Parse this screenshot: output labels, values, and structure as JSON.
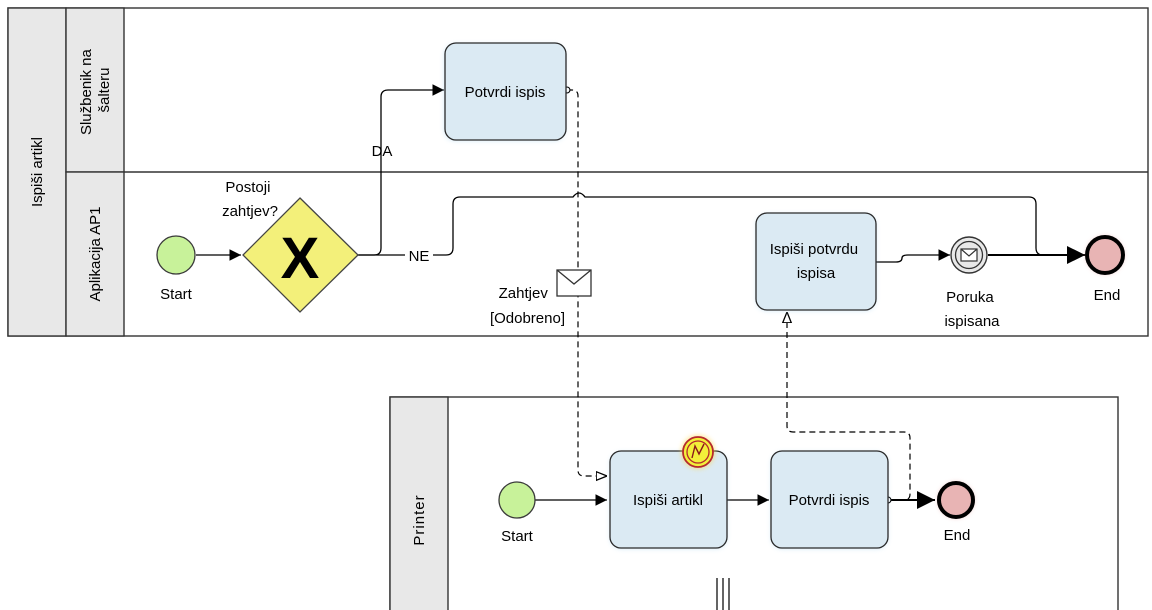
{
  "pools": {
    "main": {
      "title": "Ispiši artikl",
      "lanes": {
        "clerk": "Službenik na šalteru",
        "clerk_lines": [
          "Službenik na",
          "šalteru"
        ],
        "app": "Aplikacija AP1"
      }
    },
    "printer": {
      "title": "Printer"
    }
  },
  "events": {
    "start_main": "Start",
    "end_main": "End",
    "message_event": "Poruka ispisana",
    "message_event_lines": [
      "Poruka",
      "ispisana"
    ],
    "start_printer": "Start",
    "end_printer": "End"
  },
  "gateway": {
    "label": "Postoji zahtjev?",
    "label_lines": [
      "Postoji",
      "zahtjev?"
    ],
    "marker": "X",
    "yes_label": "DA",
    "no_label": "NE"
  },
  "tasks": {
    "confirm_print_clerk": "Potvrdi ispis",
    "print_confirmation": "Ispiši potvrdu ispisa",
    "print_confirmation_lines": [
      "Ispiši potvrdu",
      "ispisa"
    ],
    "print_article": "Ispiši artikl",
    "confirm_print_printer": "Potvrdi ispis"
  },
  "message": {
    "label": "Zahtjev [Odobreno]",
    "label_lines": [
      "Zahtjev",
      "[Odobreno]"
    ]
  },
  "colors": {
    "task_fill": "#dbeaf3",
    "task_stroke": "#2a2a2a",
    "gateway_fill": "#f3f07a",
    "start_fill": "#c8f29a",
    "end_fill": "#e8b4b4",
    "lane_header_fill": "#e8e8e8"
  },
  "icons": {
    "gateway_marker": "exclusive-x-icon",
    "envelope": "envelope-icon",
    "intermediate_message": "message-intermediate-event-icon",
    "error_boundary": "error-boundary-event-icon",
    "parallel_marker": "parallel-marker-icon"
  }
}
